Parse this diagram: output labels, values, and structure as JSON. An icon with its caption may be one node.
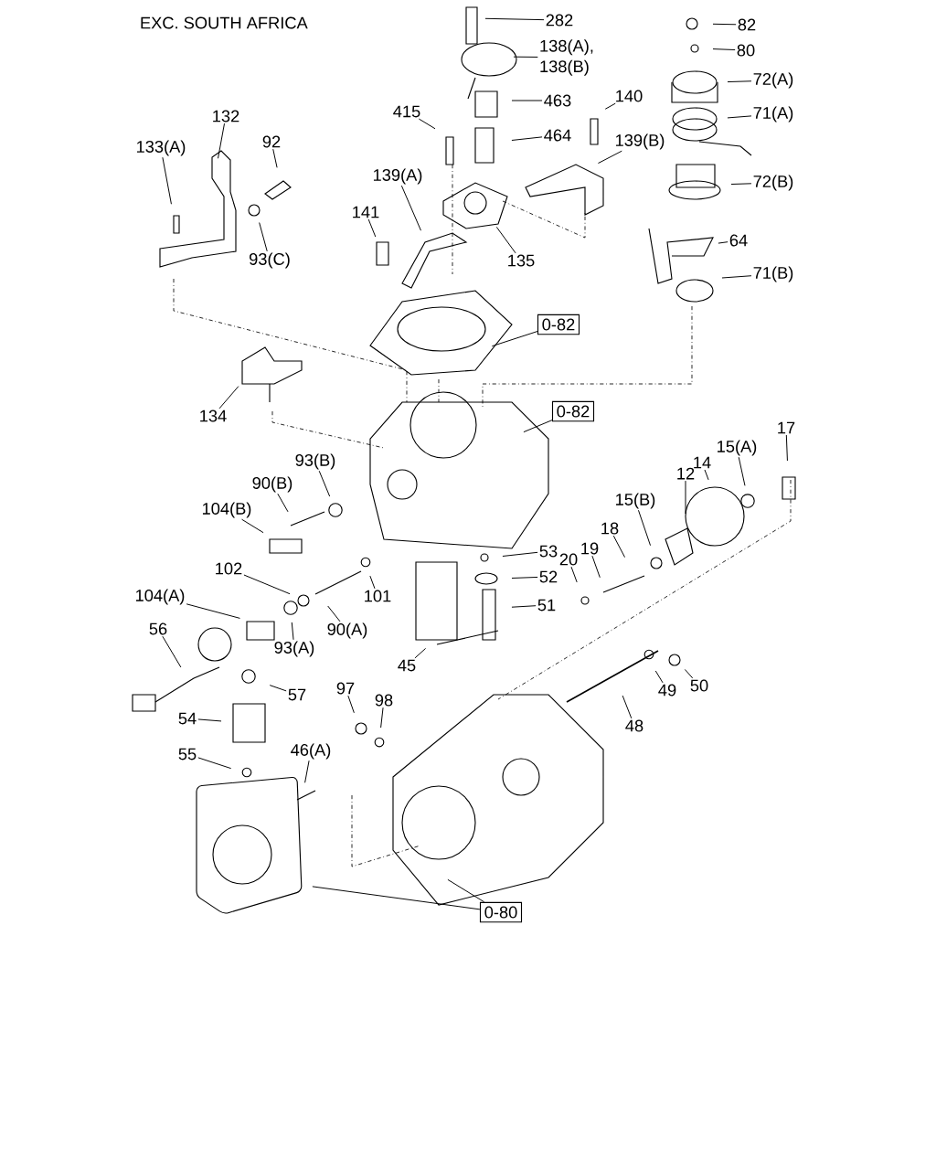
{
  "diagram": {
    "nodes": [
      {
        "text": [
          "282"
        ]
      },
      {
        "text": [
          "138(A), 138(B)"
        ]
      },
      {
        "text": [
          "82"
        ]
      },
      {
        "text": [
          "80"
        ]
      },
      {
        "text": [
          "72(A)"
        ]
      },
      {
        "text": [
          "463"
        ]
      },
      {
        "text": [
          "140"
        ]
      },
      {
        "text": [
          "415"
        ]
      },
      {
        "text": [
          "132"
        ]
      },
      {
        "text": [
          "71(A)"
        ]
      },
      {
        "text": [
          "464"
        ]
      },
      {
        "text": [
          "92"
        ]
      },
      {
        "text": [
          "139(B)"
        ]
      },
      {
        "text": [
          "133(A)"
        ]
      },
      {
        "text": [
          "139(A)"
        ]
      },
      {
        "text": [
          "72(B)"
        ]
      },
      {
        "text": [
          "141"
        ]
      },
      {
        "text": [
          "64"
        ]
      },
      {
        "text": [
          "135"
        ]
      },
      {
        "text": [
          "93(C)"
        ]
      },
      {
        "text": [
          "71(B)"
        ]
      },
      {
        "text": [
          "0-82"
        ]
      },
      {
        "text": [
          "0-82"
        ]
      },
      {
        "text": [
          "134"
        ]
      },
      {
        "text": [
          "17"
        ]
      },
      {
        "text": [
          "15(A)"
        ]
      },
      {
        "text": [
          "93(B)"
        ]
      },
      {
        "text": [
          "14"
        ]
      },
      {
        "text": [
          "12"
        ]
      },
      {
        "text": [
          "90(B)"
        ]
      },
      {
        "text": [
          "15(B)"
        ]
      },
      {
        "text": [
          "104(B)"
        ]
      },
      {
        "text": [
          "18"
        ]
      },
      {
        "text": [
          "19"
        ]
      },
      {
        "text": [
          "53"
        ]
      },
      {
        "text": [
          "20"
        ]
      },
      {
        "text": [
          "102"
        ]
      },
      {
        "text": [
          "52"
        ]
      },
      {
        "text": [
          "101"
        ]
      },
      {
        "text": [
          "104(A)"
        ]
      },
      {
        "text": [
          "51"
        ]
      },
      {
        "text": [
          "90(A)"
        ]
      },
      {
        "text": [
          "56"
        ]
      },
      {
        "text": [
          "93(A)"
        ]
      },
      {
        "text": [
          "45"
        ]
      },
      {
        "text": [
          "50"
        ]
      },
      {
        "text": [
          "49"
        ]
      },
      {
        "text": [
          "97"
        ]
      },
      {
        "text": [
          "57"
        ]
      },
      {
        "text": [
          "98"
        ]
      },
      {
        "text": [
          "54"
        ]
      },
      {
        "text": [
          "48"
        ]
      },
      {
        "text": [
          "46(A)"
        ]
      },
      {
        "text": [
          "55"
        ]
      },
      {
        "text": [
          "0-80"
        ]
      }
    ],
    "edges": [
      {
        "from": 0,
        "to": null,
        "arrow": "none"
      },
      {
        "from": 1,
        "to": null,
        "arrow": "none"
      },
      {
        "from": 2,
        "to": null,
        "arrow": "none"
      },
      {
        "from": 3,
        "to": null,
        "arrow": "none"
      },
      {
        "from": 4,
        "to": null,
        "arrow": "none"
      },
      {
        "from": 5,
        "to": null,
        "arrow": "none"
      },
      {
        "from": 6,
        "to": null,
        "arrow": "none"
      },
      {
        "from": 7,
        "to": null,
        "arrow": "none"
      },
      {
        "from": 8,
        "to": null,
        "arrow": "none"
      },
      {
        "from": 9,
        "to": null,
        "arrow": "none"
      },
      {
        "from": 10,
        "to": null,
        "arrow": "none"
      },
      {
        "from": 11,
        "to": null,
        "arrow": "none"
      },
      {
        "from": 12,
        "to": null,
        "arrow": "none"
      },
      {
        "from": 13,
        "to": null,
        "arrow": "none"
      },
      {
        "from": 14,
        "to": null,
        "arrow": "none"
      },
      {
        "from": 15,
        "to": null,
        "arrow": "none"
      },
      {
        "from": 16,
        "to": null,
        "arrow": "none"
      },
      {
        "from": 17,
        "to": null,
        "arrow": "none"
      },
      {
        "from": 18,
        "to": null,
        "arrow": "none"
      },
      {
        "from": 19,
        "to": null,
        "arrow": "none"
      },
      {
        "from": 20,
        "to": null,
        "arrow": "none"
      },
      {
        "from": 21,
        "to": null,
        "arrow": "none"
      },
      {
        "from": 22,
        "to": null,
        "arrow": "none"
      },
      {
        "from": 23,
        "to": null,
        "arrow": "none"
      },
      {
        "from": 24,
        "to": null,
        "arrow": "none"
      },
      {
        "from": 25,
        "to": null,
        "arrow": "none"
      },
      {
        "from": 26,
        "to": null,
        "arrow": "none"
      },
      {
        "from": 27,
        "to": null,
        "arrow": "none"
      },
      {
        "from": 28,
        "to": null,
        "arrow": "none"
      },
      {
        "from": 29,
        "to": null,
        "arrow": "none"
      },
      {
        "from": 30,
        "to": null,
        "arrow": "none"
      },
      {
        "from": 31,
        "to": null,
        "arrow": "none"
      },
      {
        "from": 32,
        "to": null,
        "arrow": "none"
      },
      {
        "from": 33,
        "to": null,
        "arrow": "none"
      },
      {
        "from": 34,
        "to": null,
        "arrow": "none"
      },
      {
        "from": 35,
        "to": null,
        "arrow": "none"
      },
      {
        "from": 36,
        "to": null,
        "arrow": "none"
      },
      {
        "from": 37,
        "to": null,
        "arrow": "none"
      },
      {
        "from": 38,
        "to": null,
        "arrow": "none"
      },
      {
        "from": 39,
        "to": null,
        "arrow": "none"
      },
      {
        "from": 40,
        "to": null,
        "arrow": "none"
      },
      {
        "from": 41,
        "to": null,
        "arrow": "none"
      },
      {
        "from": 42,
        "to": null,
        "arrow": "none"
      },
      {
        "from": 43,
        "to": null,
        "arrow": "none"
      },
      {
        "from": 44,
        "to": null,
        "arrow": "none"
      },
      {
        "from": 45,
        "to": null,
        "arrow": "none"
      },
      {
        "from": 46,
        "to": null,
        "arrow": "none"
      },
      {
        "from": 47,
        "to": null,
        "arrow": "none"
      },
      {
        "from": 48,
        "to": null,
        "arrow": "none"
      },
      {
        "from": 49,
        "to": null,
        "arrow": "none"
      },
      {
        "from": 50,
        "to": null,
        "arrow": "none"
      },
      {
        "from": 51,
        "to": null,
        "arrow": "none"
      },
      {
        "from": 52,
        "to": null,
        "arrow": "none"
      },
      {
        "from": 53,
        "to": null,
        "arrow": "none"
      },
      {
        "from": 54,
        "to": null,
        "arrow": "none"
      },
      {
        "from": 54,
        "to": null,
        "arrow": "none"
      }
    ],
    "labels": [
      "EXC. SOUTH AFRICA"
    ]
  }
}
